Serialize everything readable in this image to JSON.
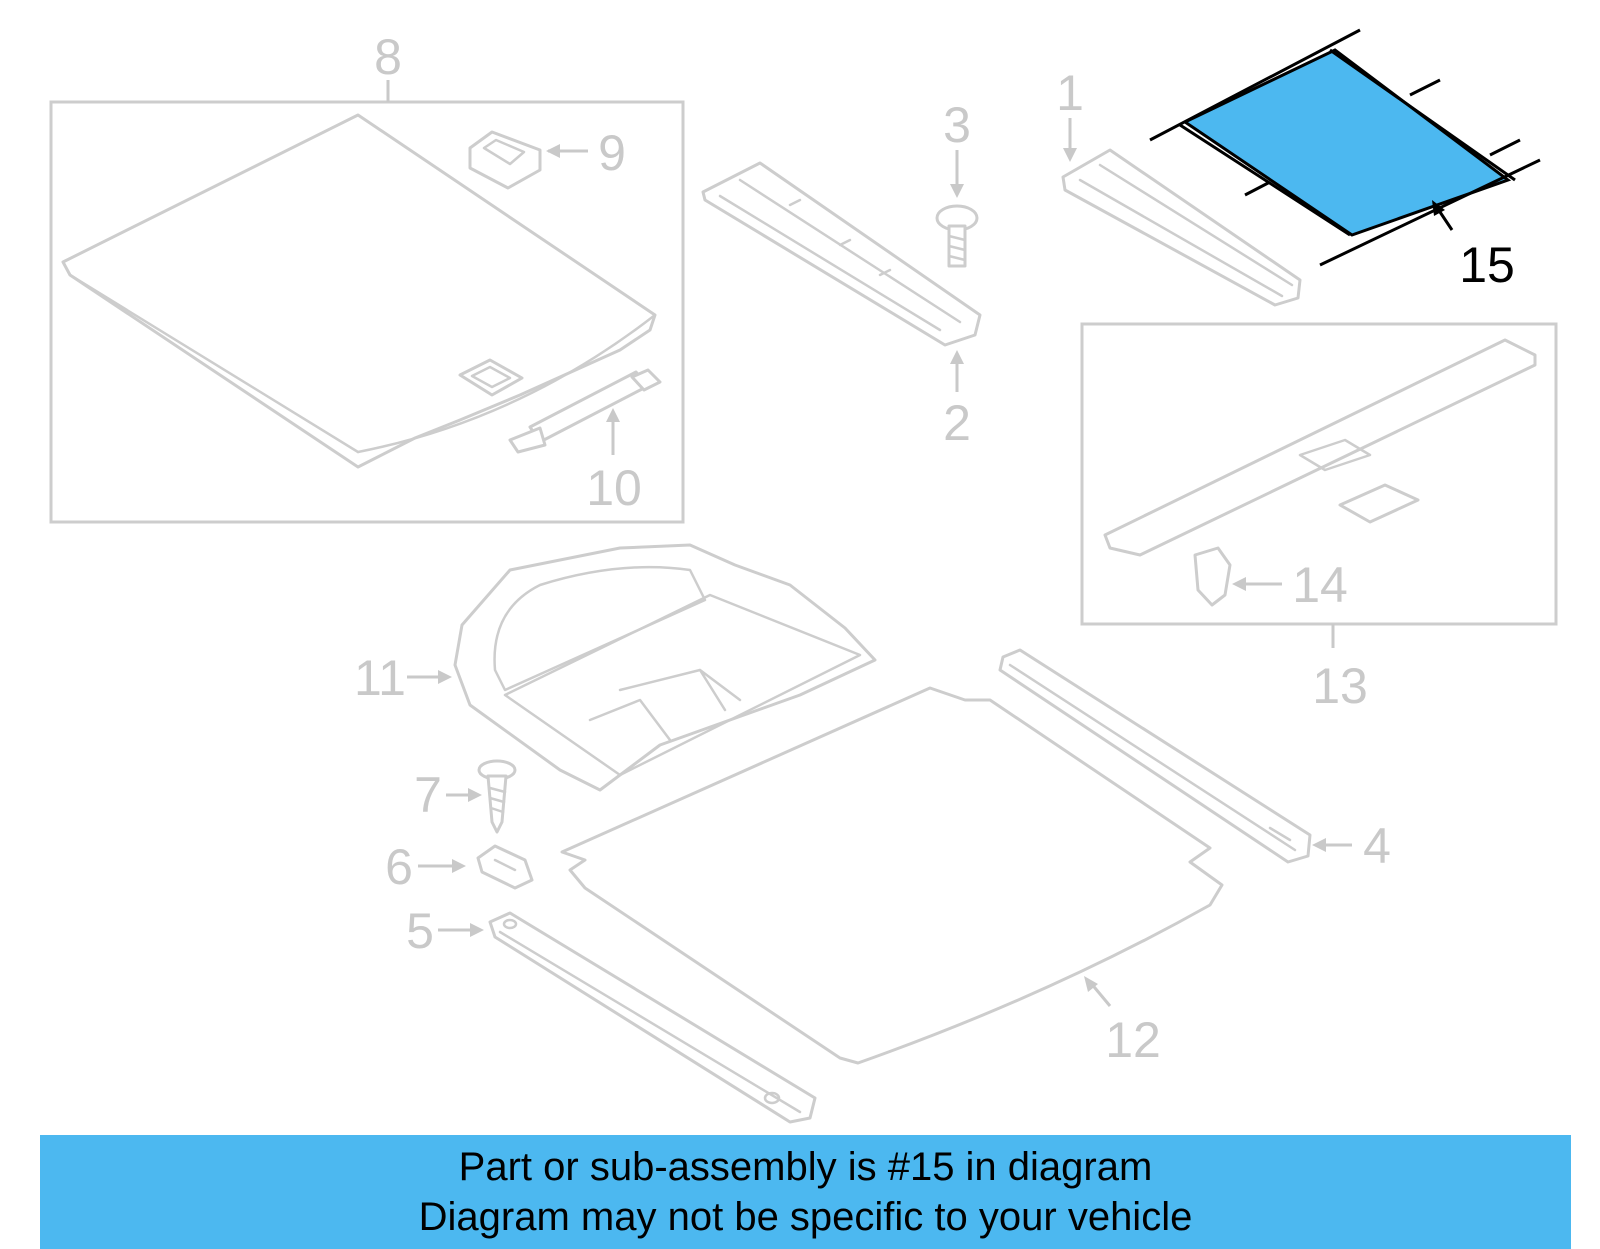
{
  "callouts": {
    "c1": "1",
    "c2": "2",
    "c3": "3",
    "c4": "4",
    "c5": "5",
    "c6": "6",
    "c7": "7",
    "c8": "8",
    "c9": "9",
    "c10": "10",
    "c11": "11",
    "c12": "12",
    "c13": "13",
    "c14": "14",
    "c15": "15"
  },
  "highlighted_part": "15",
  "colors": {
    "highlight_fill": "#4cb8f0",
    "banner": "#4cb8f0",
    "part_outline": "#cdcdcd",
    "active_label": "#000000"
  },
  "banner": {
    "line1": "Part or sub-assembly is #15 in diagram",
    "line2": "Diagram may not be specific to your vehicle"
  }
}
